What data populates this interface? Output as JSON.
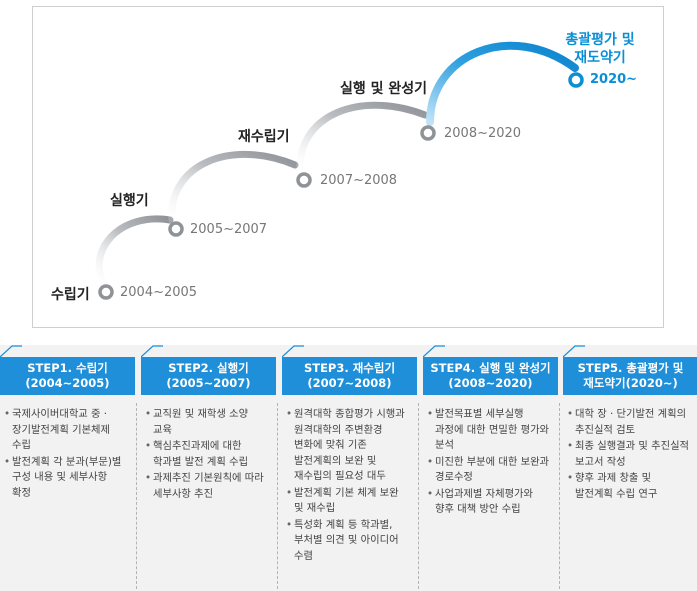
{
  "stages": [
    {
      "label": "수립기",
      "year": "2004~2005"
    },
    {
      "label": "실행기",
      "year": "2005~2007"
    },
    {
      "label": "재수립기",
      "year": "2007~2008"
    },
    {
      "label": "실행 및 완성기",
      "year": "2008~2020"
    },
    {
      "label_line1": "총괄평가 및",
      "label_line2": "재도약기",
      "year": "2020~"
    }
  ],
  "steps": [
    {
      "title_line1": "STEP1. 수립기",
      "title_line2": "(2004~2005)",
      "items": [
        "국제사이버대학교 중 · 장기발전계획 기본체제 수립",
        "발전계획 각 분과(부문)별 구성 내용 및 세부사항 확정"
      ]
    },
    {
      "title_line1": "STEP2. 실행기",
      "title_line2": "(2005~2007)",
      "items": [
        "교직원 및 재학생 소양 교육",
        "핵심추진과제에 대한 학과별 발전 계획 수립",
        "과제추진 기본원칙에 따라 세부사항 추진"
      ]
    },
    {
      "title_line1": "STEP3. 재수립기",
      "title_line2": "(2007~2008)",
      "items": [
        "원격대학 종합평가 시행과 원격대학의 주변환경 변화에 맞춰 기존 발전계획의 보완 및 재수립의 필요성 대두",
        "발전계획 기본 체계 보완 및 재수립",
        "특성화 계획 등 학과별, 부처별 의견 및 아이디어 수렴"
      ]
    },
    {
      "title_line1": "STEP4. 실행 및 완성기",
      "title_line2": "(2008~2020)",
      "items": [
        "발전목표별 세부실행 과정에 대한 면밀한 평가와 분석",
        "미진한 부분에 대한 보완과 경로수정",
        "사업과제별 자체평가와 향후 대책 방안 수립"
      ]
    },
    {
      "title_line1": "STEP5. 총괄평가 및",
      "title_line2": "재도약기(2020~)",
      "items": [
        "대학 장 · 단기발전 계획의 추진실적 검토",
        "최종 실행결과 및 추진실적 보고서 작성",
        "향후 과제 창출 및 발전계획 수립 연구"
      ]
    }
  ],
  "colors": {
    "accent": "#1e8fd8",
    "arc_gray": "#9a9ea3",
    "final_blue": "#0a8fd6"
  }
}
